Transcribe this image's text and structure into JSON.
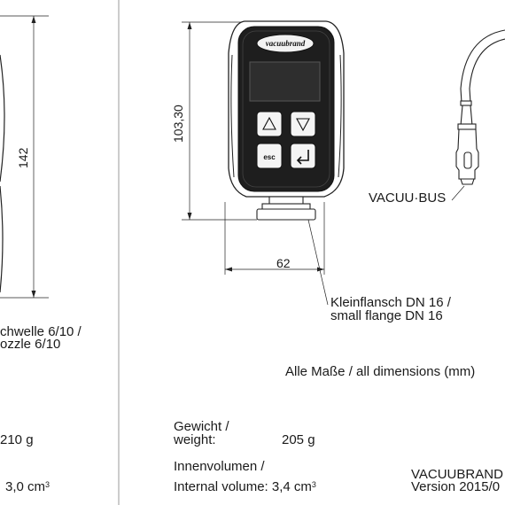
{
  "dimensions": {
    "total_height": "142",
    "body_height": "103,30",
    "flange_width": "62"
  },
  "device": {
    "logo": "vacuubrand",
    "buttons": {
      "up_icon": "triangle-up-icon",
      "down_icon": "triangle-down-icon",
      "esc_label": "esc",
      "enter_icon": "enter-arrow-icon"
    }
  },
  "callouts": {
    "bus_label": "VACUU·BUS",
    "flange_de": "Kleinflansch DN 16 /",
    "flange_en": "small flange DN 16",
    "nozzle_de": "chwelle 6/10 /",
    "nozzle_en": "ozzle 6/10"
  },
  "note": "Alle Maße / all dimensions (mm)",
  "specs_left": {
    "weight_value": "210 g",
    "volume_value": "3,0 cm",
    "volume_unit_sup": "3"
  },
  "specs": {
    "weight_label_de": "Gewicht /",
    "weight_label_en": "weight:",
    "weight_value": "205 g",
    "volume_label_de": "Innenvolumen /",
    "volume_label_en": "Internal volume: 3,4 cm",
    "volume_unit_sup": "3"
  },
  "footer": {
    "company": "VACUUBRAND",
    "version": "Version 2015/0"
  }
}
